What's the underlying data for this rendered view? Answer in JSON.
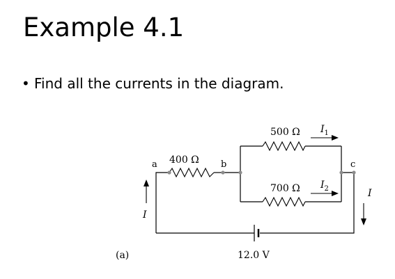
{
  "slide": {
    "title": "Example 4.1",
    "bullet_marker": "•",
    "bullet_text": "Find all the currents in the diagram."
  },
  "figure": {
    "label": "(a)",
    "nodes": {
      "a": "a",
      "b": "b",
      "c": "c"
    },
    "resistors": {
      "r400": "400 Ω",
      "r500": "500 Ω",
      "r700": "700 Ω"
    },
    "battery": "12.0 V",
    "currents": {
      "i_main_left": "I",
      "i_main_right": "I",
      "i1": "I",
      "i1_sub": "1",
      "i2": "I",
      "i2_sub": "2"
    },
    "colors": {
      "wire": "#000000",
      "node": "#8c8c8c"
    }
  }
}
